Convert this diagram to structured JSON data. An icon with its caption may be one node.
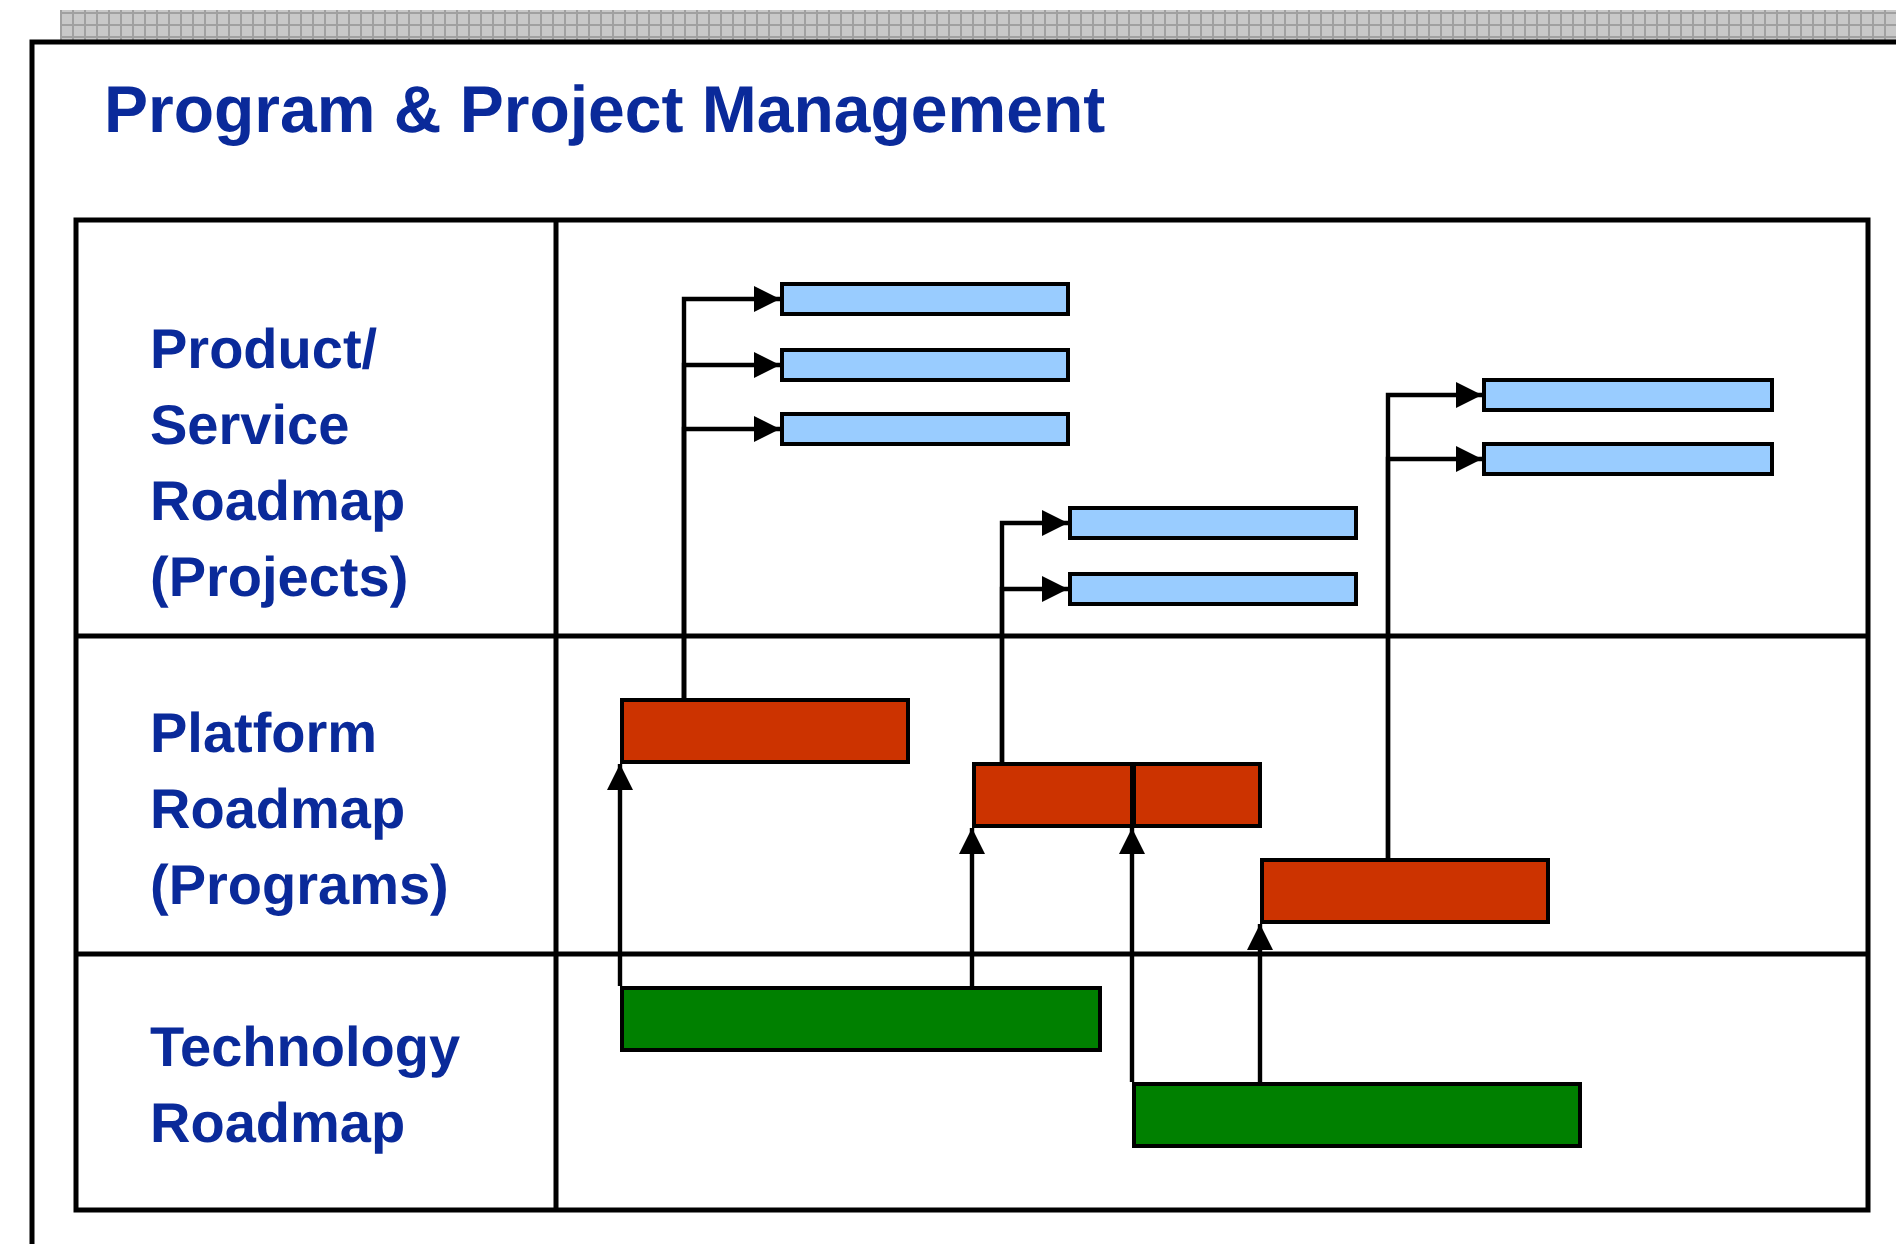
{
  "diagram": {
    "title": "Program & Project Management",
    "nodes": [
      {
        "text": [],
        "shape": "bar"
      },
      {
        "text": [],
        "shape": "bar"
      },
      {
        "text": [],
        "shape": "bar"
      },
      {
        "text": [],
        "shape": "bar"
      },
      {
        "text": [],
        "shape": "bar"
      },
      {
        "text": [],
        "shape": "bar"
      },
      {
        "text": [],
        "shape": "bar"
      },
      {
        "text": [],
        "shape": "bar"
      },
      {
        "text": [],
        "shape": "bar"
      },
      {
        "text": [],
        "shape": "bar"
      },
      {
        "text": [],
        "shape": "bar"
      },
      {
        "text": [],
        "shape": "bar"
      },
      {
        "text": [],
        "shape": "bar"
      }
    ],
    "edges": [
      {
        "from": 7,
        "to": 0,
        "arrow": "to"
      },
      {
        "from": 7,
        "to": 1,
        "arrow": "to"
      },
      {
        "from": 7,
        "to": 2,
        "arrow": "to"
      },
      {
        "from": 8,
        "to": 3,
        "arrow": "to"
      },
      {
        "from": 8,
        "to": 4,
        "arrow": "to"
      },
      {
        "from": 10,
        "to": 5,
        "arrow": "to"
      },
      {
        "from": 10,
        "to": 6,
        "arrow": "to"
      },
      {
        "from": 11,
        "to": 7,
        "arrow": "to"
      },
      {
        "from": 11,
        "to": 8,
        "arrow": "to"
      },
      {
        "from": 12,
        "to": 9,
        "arrow": "to"
      },
      {
        "from": 12,
        "to": 10,
        "arrow": "to"
      }
    ],
    "labels": [
      "Product/ Service Roadmap (Projects)",
      "Platform Roadmap (Programs)",
      "Technology Roadmap"
    ]
  }
}
